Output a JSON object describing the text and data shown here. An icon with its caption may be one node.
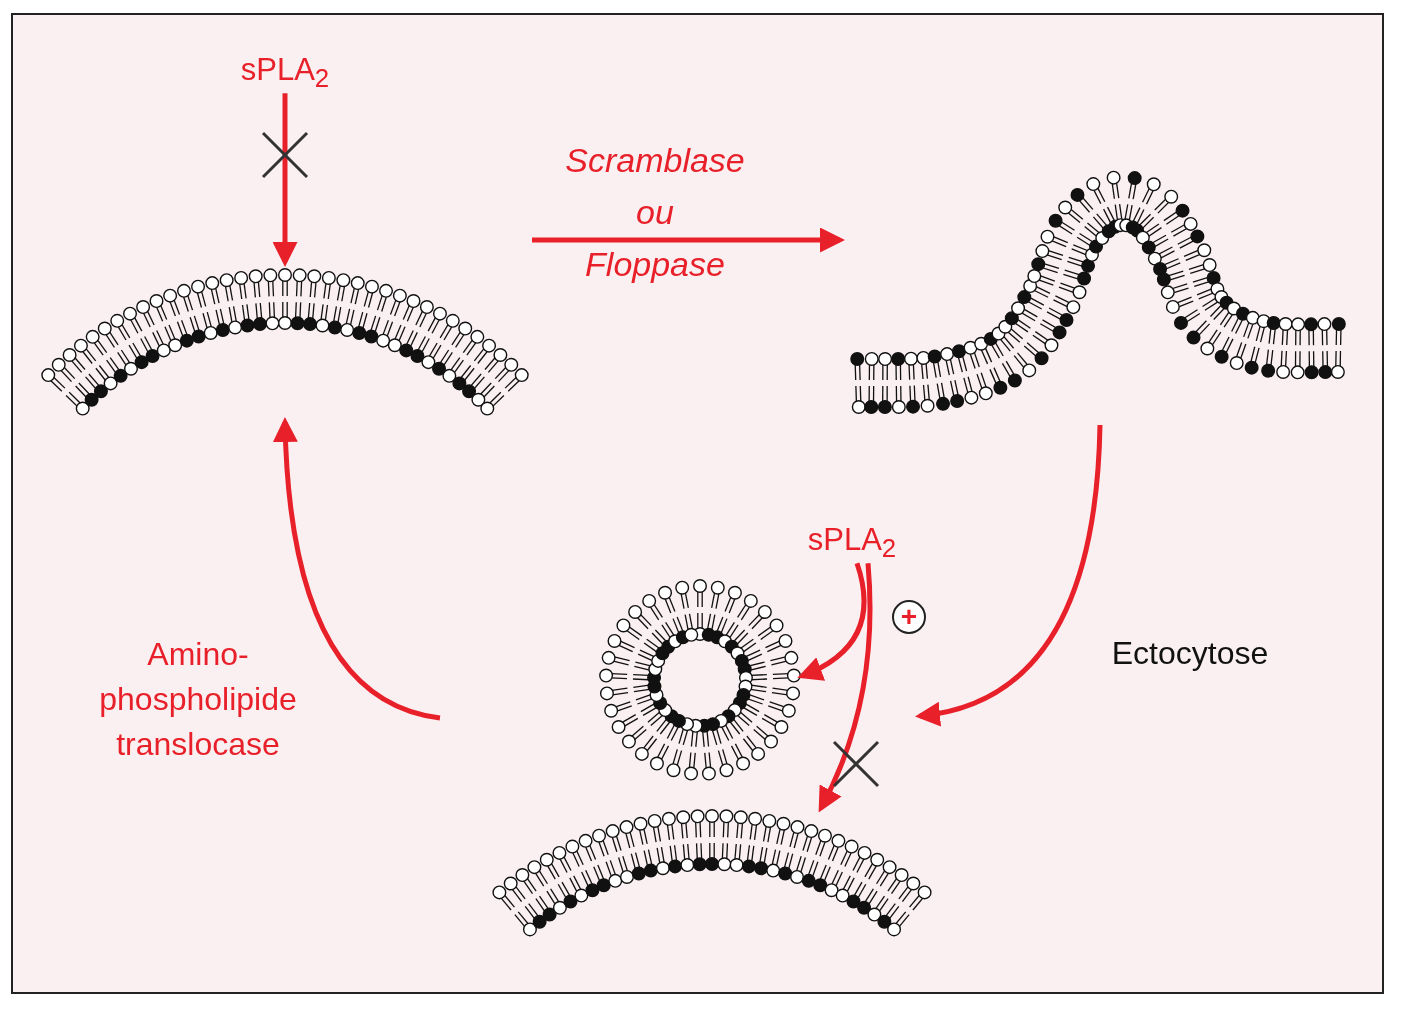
{
  "diagram": {
    "nodes": [
      {
        "text": [
          "sPLA$_{2}$"
        ]
      },
      {
        "text": [],
        "shape": "picture"
      },
      {
        "text": [],
        "shape": "picture"
      },
      {
        "text": [],
        "shape": "picture"
      },
      {
        "text": [],
        "shape": "picture"
      },
      {
        "text": [
          "sPLA$_{2}$"
        ]
      }
    ],
    "edges": [
      {
        "from": 0,
        "to": 1,
        "arrow": "to"
      },
      {
        "from": 1,
        "to": 2,
        "arrow": "to",
        "label": "Scramblase ou Floppase"
      },
      {
        "from": 2,
        "to": null,
        "arrow": "to",
        "label": "Ectocytose"
      },
      {
        "from": 5,
        "to": 3,
        "arrow": "to"
      },
      {
        "from": 5,
        "to": 4,
        "arrow": "to"
      },
      {
        "from": null,
        "to": 1,
        "arrow": "to",
        "label": "Amino-phospholipide translocase"
      }
    ],
    "labels": [
      "+"
    ]
  }
}
